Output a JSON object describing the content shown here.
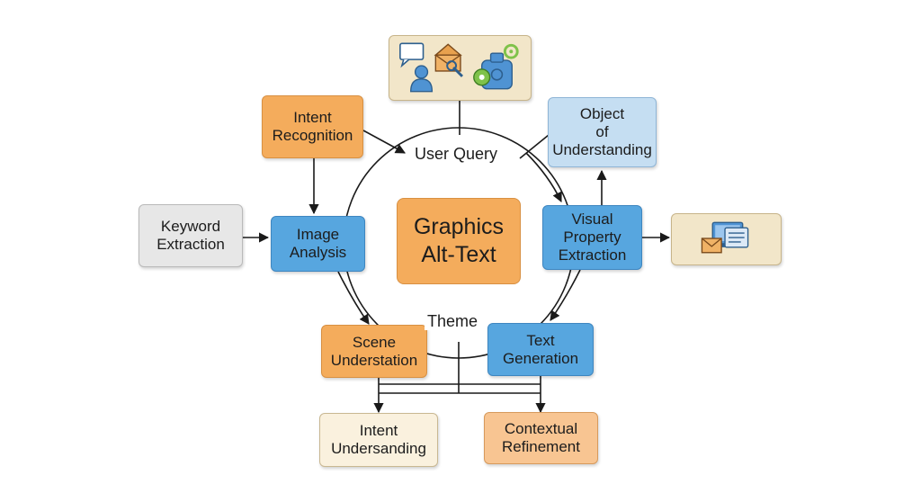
{
  "diagram": {
    "center": {
      "title": "Graphics\nAlt-Text"
    },
    "ring_labels": {
      "top": "User Query",
      "bottom": "Theme"
    },
    "nodes": {
      "intent_recognition": "Intent\nRecognition",
      "keyword_extraction": "Keyword\nExtraction",
      "image_analysis": "Image\nAnalysis",
      "object_understanding": "Object\nof\nUnderstanding",
      "visual_property_extraction": "Visual\nProperty\nExtraction",
      "scene_understation": "Scene\nUnderstation",
      "text_generation": "Text\nGeneration",
      "intent_undersanding": "Intent\nUndersanding",
      "contextual_refinement": "Contextual\nRefinement"
    },
    "icons": {
      "top_panel": [
        "speech-bubble-icon",
        "envelope-icon",
        "user-icon",
        "database-gear-icon"
      ],
      "right_panel": [
        "envelope-icon",
        "monitor-document-icon"
      ]
    },
    "colors": {
      "orange": "#f4ac5c",
      "blue": "#57a6df",
      "light_blue": "#c5def2",
      "gray": "#e7e7e7",
      "cream": "#f2e6c9",
      "line": "#1a1a1a"
    }
  }
}
